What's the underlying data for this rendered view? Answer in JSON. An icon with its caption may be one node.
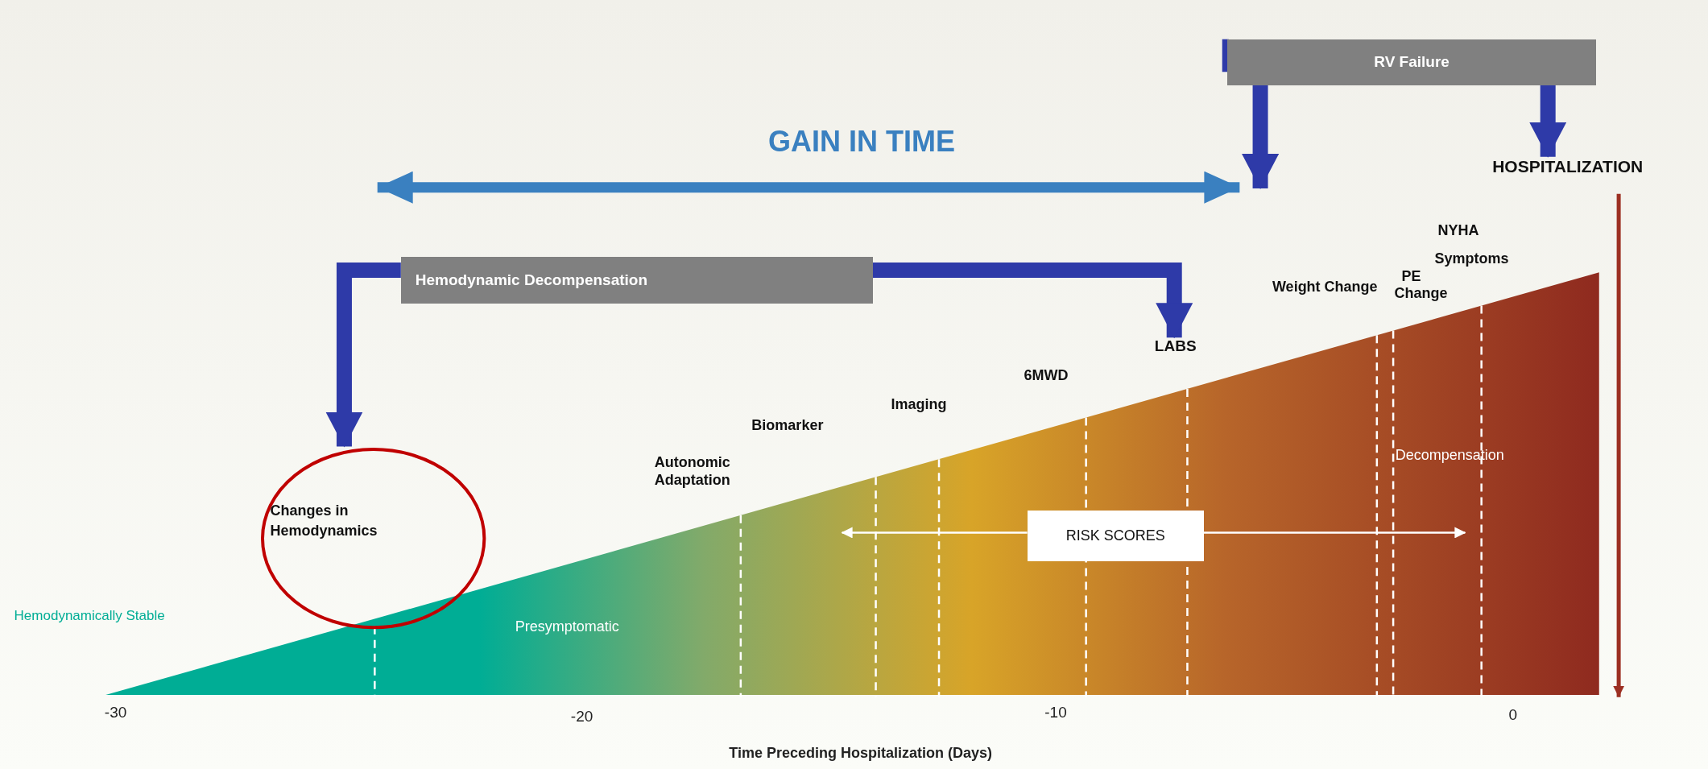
{
  "diagram": {
    "nodes": [
      {
        "text": [
          "RV Failure"
        ]
      },
      {
        "text": [
          "HOSPITALIZATION"
        ]
      },
      {
        "text": [
          "Hemodynamic Decompensation"
        ]
      },
      {
        "text": [
          "LABS"
        ]
      },
      {
        "text": [
          "Changes in Hemodynamics"
        ]
      },
      {
        "text": [
          "RISK SCORES"
        ]
      }
    ],
    "edges": [
      {
        "from": 0,
        "to": null,
        "arrow": "to"
      },
      {
        "from": 0,
        "to": 1,
        "arrow": "to"
      },
      {
        "from": 2,
        "to": 4,
        "arrow": "to"
      },
      {
        "from": 2,
        "to": 3,
        "arrow": "to"
      },
      {
        "from": 5,
        "to": null,
        "arrow": "to",
        "color": "#ffffff"
      },
      {
        "from": 5,
        "to": null,
        "arrow": "to",
        "color": "#ffffff"
      }
    ],
    "labels": [
      "GAIN IN TIME",
      "NYHA",
      "Symptoms",
      "Weight Change",
      "PE Change",
      "6MWD",
      "Imaging",
      "Biomarker",
      "Decompensation",
      "Autonomic Adaptation",
      "Hemodynamically Stable",
      "Presymptomatic",
      "-30",
      "-20",
      "-10",
      "0",
      "Time Preceding Hospitalization (Days)"
    ]
  }
}
